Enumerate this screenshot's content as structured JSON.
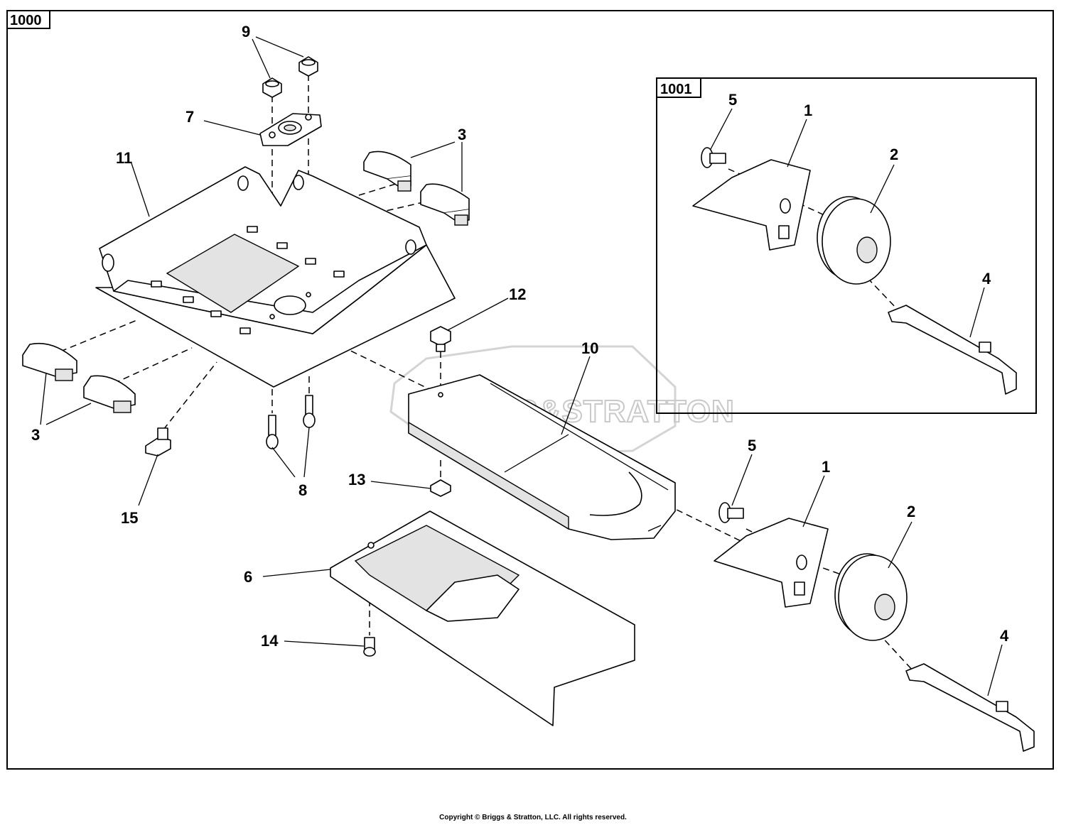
{
  "main_frame": {
    "label": "1000"
  },
  "inset_frame": {
    "label": "1001"
  },
  "watermark": "BRIGGS&STRATTON",
  "callouts": {
    "c9": "9",
    "c7": "7",
    "c11": "11",
    "c3a": "3",
    "c3b": "3",
    "c12": "12",
    "c10": "10",
    "c8": "8",
    "c13": "13",
    "c15": "15",
    "c6": "6",
    "c14": "14",
    "c5": "5",
    "c1": "1",
    "c2": "2",
    "c4": "4",
    "i5": "5",
    "i1": "1",
    "i2": "2",
    "i4": "4"
  },
  "copyright": "Copyright © Briggs & Stratton, LLC. All rights reserved."
}
